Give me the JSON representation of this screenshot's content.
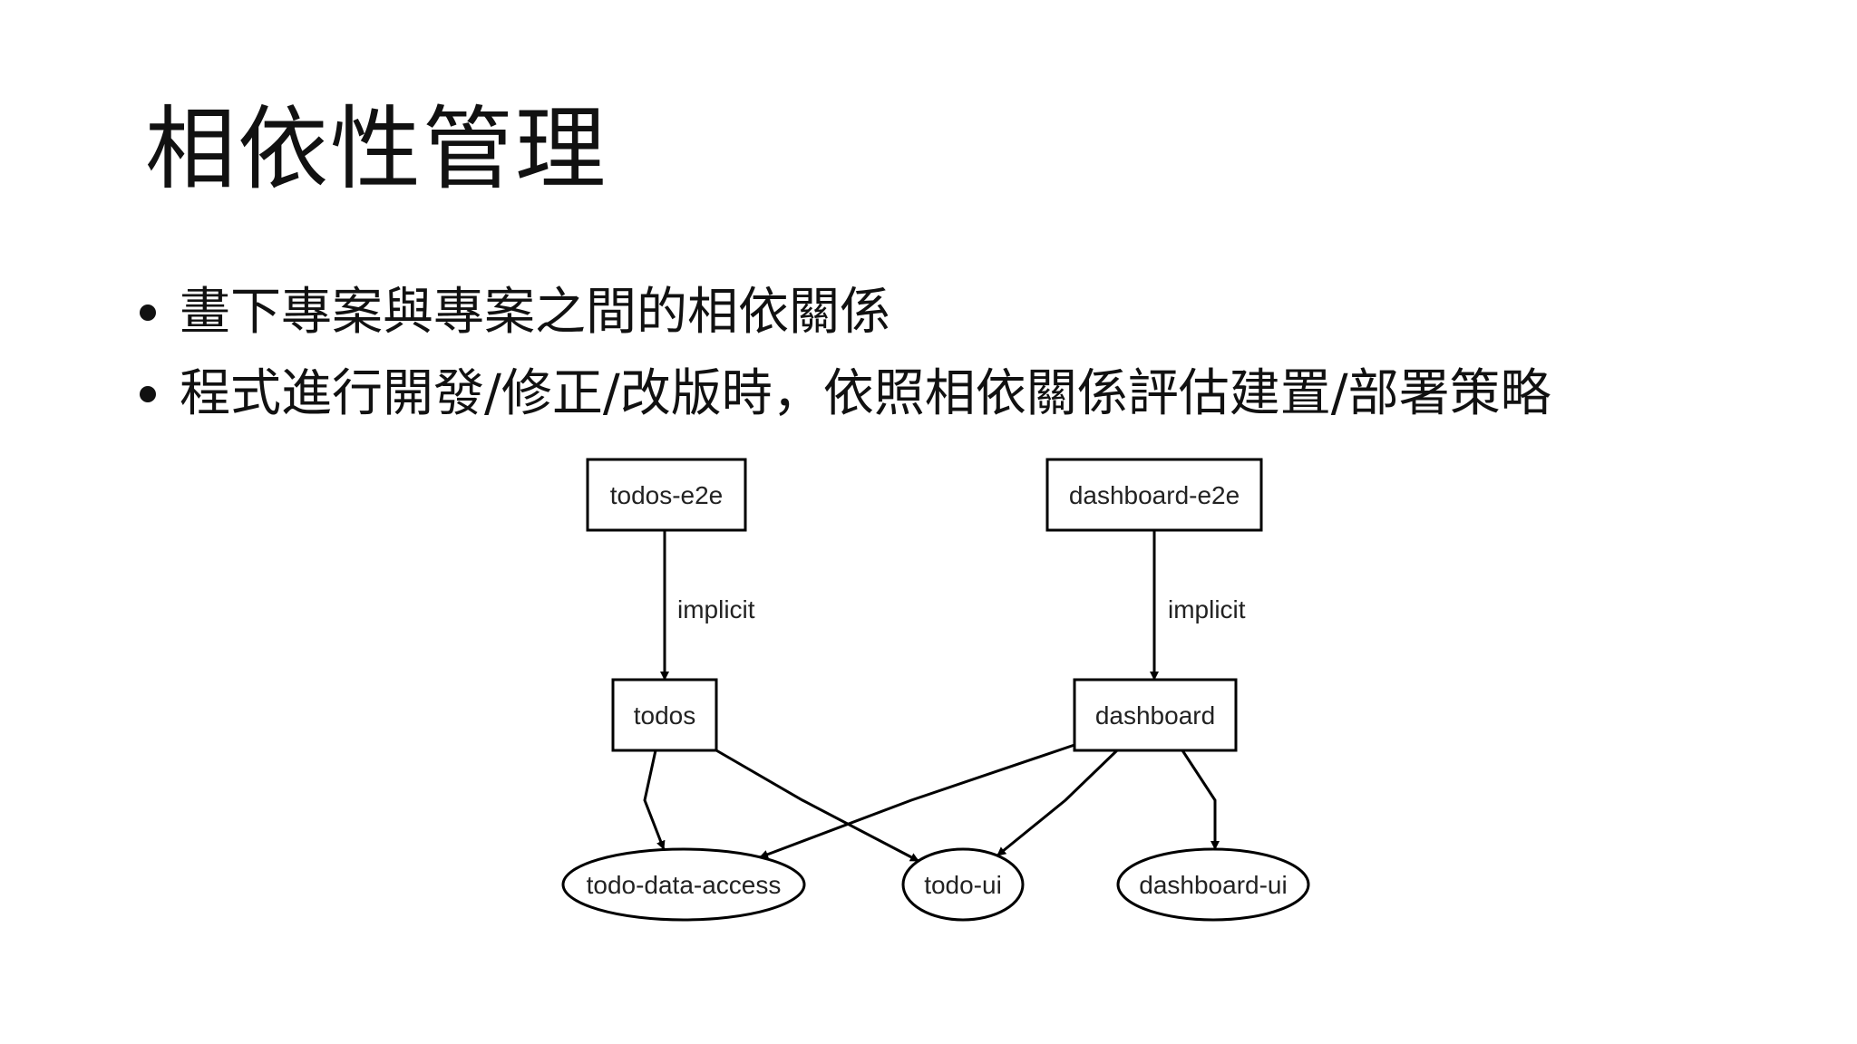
{
  "slide": {
    "title": "相依性管理",
    "bullets": [
      "畫下專案與專案之間的相依關係",
      "程式進行開發/修正/改版時，依照相依關係評估建置/部署策略"
    ]
  },
  "diagram": {
    "nodes": [
      {
        "id": "todos-e2e",
        "label": "todos-e2e",
        "shape": "box"
      },
      {
        "id": "dashboard-e2e",
        "label": "dashboard-e2e",
        "shape": "box"
      },
      {
        "id": "todos",
        "label": "todos",
        "shape": "box"
      },
      {
        "id": "dashboard",
        "label": "dashboard",
        "shape": "box"
      },
      {
        "id": "todo-data-access",
        "label": "todo-data-access",
        "shape": "ellipse"
      },
      {
        "id": "todo-ui",
        "label": "todo-ui",
        "shape": "ellipse"
      },
      {
        "id": "dashboard-ui",
        "label": "dashboard-ui",
        "shape": "ellipse"
      }
    ],
    "edges": [
      {
        "from": "todos-e2e",
        "to": "todos",
        "label": "implicit"
      },
      {
        "from": "dashboard-e2e",
        "to": "dashboard",
        "label": "implicit"
      },
      {
        "from": "todos",
        "to": "todo-data-access",
        "label": ""
      },
      {
        "from": "todos",
        "to": "todo-ui",
        "label": ""
      },
      {
        "from": "dashboard",
        "to": "todo-data-access",
        "label": ""
      },
      {
        "from": "dashboard",
        "to": "todo-ui",
        "label": ""
      },
      {
        "from": "dashboard",
        "to": "dashboard-ui",
        "label": ""
      }
    ],
    "colors": {
      "stroke": "#000000",
      "fill": "#ffffff",
      "text": "#222222"
    }
  }
}
